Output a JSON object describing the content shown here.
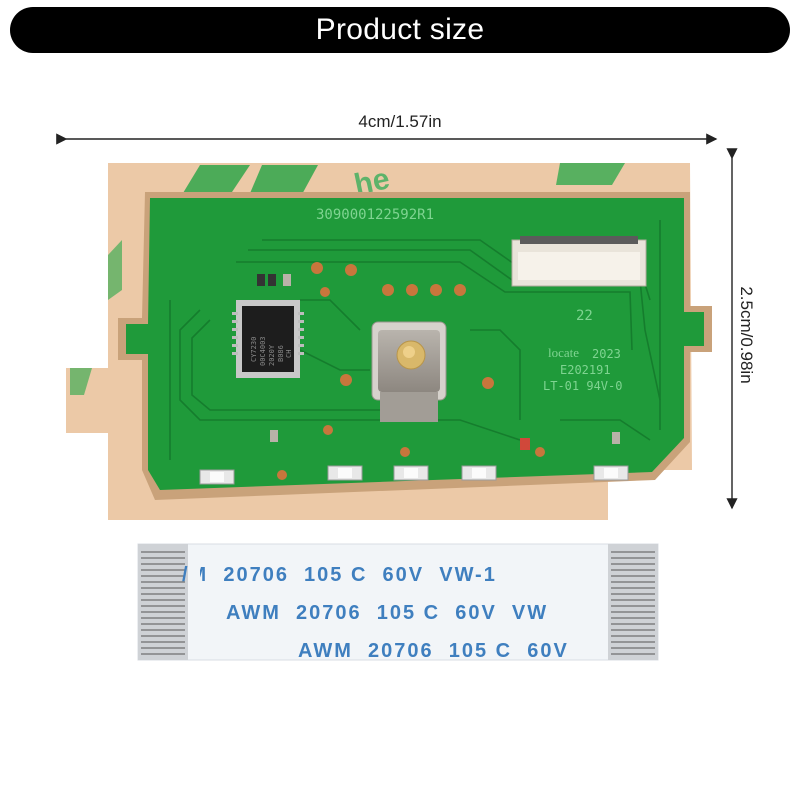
{
  "title": "Product size",
  "dimensions": {
    "width_label": "4cm/1.57in",
    "height_label": "2.5cm/0.98in"
  },
  "pcb": {
    "serial": "309000122592R1",
    "chip_text": [
      "CY7230",
      "00C4003",
      "2020Y",
      "B086",
      "CH"
    ],
    "silk_number": "22",
    "maker": "locate",
    "year": "2023",
    "ul_mark": "E202191",
    "rating": "LT-01 94V-0",
    "sticker_text": "he"
  },
  "cable": {
    "rows": [
      "/M  20706  105 C  60V  VW-1",
      "AWM  20706  105 C  60V  VW",
      "AWM  20706  105 C  60V"
    ]
  },
  "colors": {
    "pcb_green": "#1f9a3a",
    "pcb_edge": "#c9a27a",
    "tape": "#ecc9a7",
    "cable_blue": "#9fc0e0",
    "pad_copper": "#c8763c"
  }
}
